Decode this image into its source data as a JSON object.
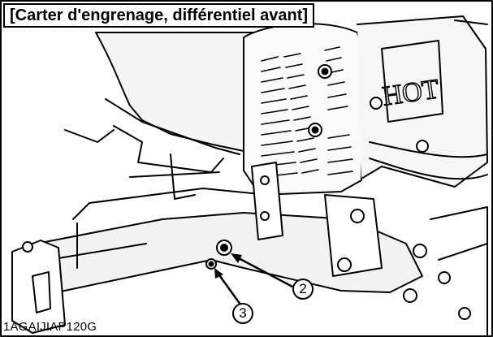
{
  "title": "[Carter d'engrenage, différentiel avant]",
  "callouts": {
    "two": "2",
    "three": "3"
  },
  "embossed_text": "HOT",
  "figure_code": "1AGAIJIAP120G"
}
